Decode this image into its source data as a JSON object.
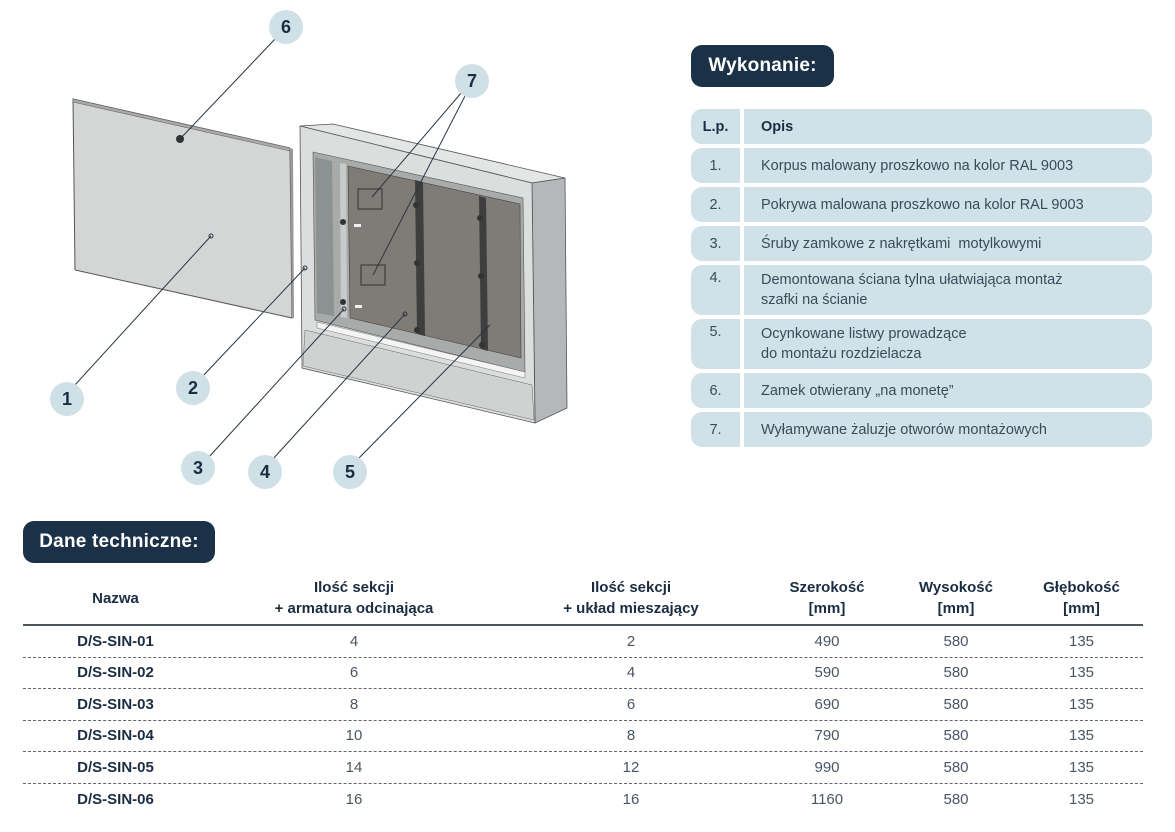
{
  "diagram": {
    "callouts": [
      "1",
      "2",
      "3",
      "4",
      "5",
      "6",
      "7"
    ],
    "colors": {
      "callout_bg": "#cfe0e7",
      "panel": "#d6d8d8",
      "back_panel": "#7d7a76"
    }
  },
  "wykonanie": {
    "title": "Wykonanie:",
    "header": {
      "lp": "L.p.",
      "opis": "Opis"
    },
    "rows": [
      {
        "lp": "1.",
        "lines": [
          "Korpus malowany proszkowo na kolor RAL 9003"
        ]
      },
      {
        "lp": "2.",
        "lines": [
          "Pokrywa malowana proszkowo na kolor RAL 9003"
        ]
      },
      {
        "lp": "3.",
        "lines": [
          "Śruby zamkowe z nakrętkami  motylkowymi"
        ]
      },
      {
        "lp": "4.",
        "lines": [
          "Demontowana ściana tylna ułatwiająca montaż",
          "szafki na ścianie"
        ]
      },
      {
        "lp": "5.",
        "lines": [
          "Ocynkowane listwy prowadzące",
          "do montażu rozdzielacza"
        ]
      },
      {
        "lp": "6.",
        "lines": [
          "Zamek otwierany „na monetę”"
        ]
      },
      {
        "lp": "7.",
        "lines": [
          "Wyłamywane żaluzje otworów montażowych"
        ]
      }
    ]
  },
  "dane": {
    "title": "Dane techniczne:",
    "headers": [
      [
        "Nazwa"
      ],
      [
        "Ilość sekcji",
        "+ armatura odcinająca"
      ],
      [
        "Ilość sekcji",
        "+ układ mieszający"
      ],
      [
        "Szerokość",
        "[mm]"
      ],
      [
        "Wysokość",
        "[mm]"
      ],
      [
        "Głębokość",
        "[mm]"
      ]
    ],
    "rows": [
      [
        "D/S-SIN-01",
        "4",
        "2",
        "490",
        "580",
        "135"
      ],
      [
        "D/S-SIN-02",
        "6",
        "4",
        "590",
        "580",
        "135"
      ],
      [
        "D/S-SIN-03",
        "8",
        "6",
        "690",
        "580",
        "135"
      ],
      [
        "D/S-SIN-04",
        "10",
        "8",
        "790",
        "580",
        "135"
      ],
      [
        "D/S-SIN-05",
        "14",
        "12",
        "990",
        "580",
        "135"
      ],
      [
        "D/S-SIN-06",
        "16",
        "16",
        "1160",
        "580",
        "135"
      ]
    ]
  },
  "colors": {
    "pill_bg": "#1b3147",
    "row_bg": "#d0e2e8",
    "text_dark": "#1b2d42"
  }
}
